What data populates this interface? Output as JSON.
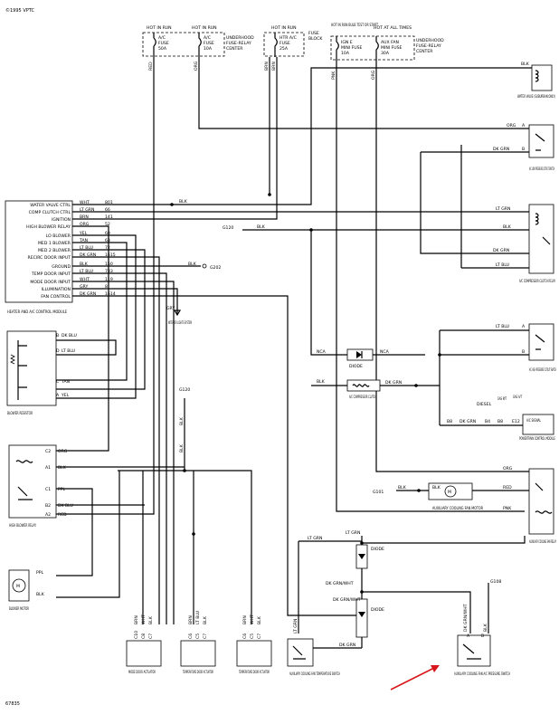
{
  "copyright": "©1995 VPTC",
  "figure_number": "67835",
  "fuses": {
    "hot_in_run_1": "HOT IN RUN",
    "hot_in_run_2": "HOT IN RUN",
    "hot_in_run_3": "HOT IN RUN",
    "hot_in_run_bulb": "HOT IN RUN BULB TEST OR START",
    "hot_at_all_times": "HOT AT ALL TIMES",
    "ac_fuse": "A/C FUSE 50A",
    "ac_fuse_10": "A/C FUSE 10A",
    "htr_ac_fuse": "HTR A/C FUSE 25A",
    "ign_e": "IGN E MINI FUSE 10A",
    "aux_fan_fuse": "AUX FAN MINI FUSE 30A",
    "underhood_1": "UNDERHOOD FUSE-RELAY CENTER",
    "fuse_block": "FUSE BLOCK",
    "underhood_2": "UNDERHOOD FUSE-RELAY CENTER"
  },
  "top_wires": {
    "red": "RED",
    "org": "ORG",
    "brn1": "BRN",
    "brn2": "BRN",
    "pnk": "PNK",
    "org2": "ORG"
  },
  "module": {
    "title": "HEATER AND A/C CONTROL MODULE",
    "pins": [
      {
        "name": "WATER VALVE CTRL",
        "color": "WHT",
        "num": "801"
      },
      {
        "name": "COMP CLUTCH CTRL",
        "color": "LT GRN",
        "num": "66"
      },
      {
        "name": "IGNITION",
        "color": "BRN",
        "num": "141"
      },
      {
        "name": "HIGH BLOWER RELAY",
        "color": "ORG",
        "num": "52"
      },
      {
        "name": "LO BLOWER",
        "color": "YEL",
        "num": "60"
      },
      {
        "name": "MED 1 BLOWER",
        "color": "TAN",
        "num": "63"
      },
      {
        "name": "MED 2 BLOWER",
        "color": "LT BLU",
        "num": "72"
      },
      {
        "name": "RECIRC DOOR INPUT",
        "color": "DK GRN",
        "num": "1615"
      },
      {
        "name": "GROUND",
        "color": "BLK",
        "num": "150"
      },
      {
        "name": "TEMP DOOR INPUT",
        "color": "LT BLU",
        "num": "733"
      },
      {
        "name": "MODE DOOR INPUT",
        "color": "WHT",
        "num": "119"
      },
      {
        "name": "ILLUMINATION",
        "color": "GRY",
        "num": "8"
      },
      {
        "name": "FAN CONTROL",
        "color": "DK GRN",
        "num": "1614"
      }
    ]
  },
  "labels": {
    "water_valve": "WATER VALVE (SUBURBAN ONLY)",
    "low_cutout": "A/C LOW PRESSURE CUTOUT SWITCH",
    "clutch_relay": "A/C COMPRESSOR CLUTCH RELAY",
    "high_cutout": "A/C HIGH PRESSURE CUTOUT SWITCH",
    "pcm": "POWERTRAIN CONTROL MODULE",
    "aux_relay": "AUXILIARY COOLING FAN RELAY",
    "aux_motor": "AUXILIARY COOLING FAN MOTOR",
    "diode": "DIODE",
    "clutch": "A/C COMPRESSOR CLUTCH",
    "interior": "INTERIOR LIGHTS SYSTEM",
    "blower_resistor": "BLOWER RESISTOR",
    "high_blower_relay": "HIGH BLOWER RELAY",
    "blower_motor": "BLOWER MOTOR",
    "mode_door": "MODE DOOR ACTUATOR",
    "temp_door1": "TEMPERATURE DOOR ACTUATOR",
    "temp_door2": "TEMPERATURE DOOR ACTUATOR",
    "aux_temp_switch": "AUXILIARY COOLING FAN TEMPERATURE SWITCH",
    "aux_press_switch": "AUXILIARY COOLING FAN A/C PRESSURE SWITCH",
    "diode2": "DIODE",
    "diode3": "DIODE"
  },
  "grounds": {
    "g120a": "G120",
    "g202": "G202",
    "g120b": "G120",
    "g101": "G101",
    "g108": "G108"
  },
  "wires": {
    "blk": "BLK",
    "org": "ORG",
    "dk_grn": "DK GRN",
    "lt_grn": "LT GRN",
    "lt_blu": "LT BLU",
    "nca": "NCA",
    "red": "RED",
    "pnk": "PNK",
    "gry": "GRY",
    "dk_grn_wht": "DK GRN/WHT",
    "yel": "YEL",
    "tan": "TAN",
    "dk_blu": "DK BLU",
    "ppl": "PPL",
    "wht": "WHT",
    "brn": "BRN"
  },
  "pins": {
    "a": "A",
    "b": "B",
    "c": "C",
    "d": "D",
    "c2": "C2",
    "a1": "A1",
    "c1": "C1",
    "b2": "B2",
    "a2": "A2",
    "c10": "C10",
    "c8": "C8",
    "c6": "C6",
    "c5": "C5",
    "c7": "C7",
    "b8": "B8",
    "b4": "B4",
    "e12": "E12",
    "diesel": "DIESEL",
    "gas_mt": "GAS M/T",
    "gas_at": "GAS A/T",
    "ac_signal": "A/C SIGNAL"
  }
}
